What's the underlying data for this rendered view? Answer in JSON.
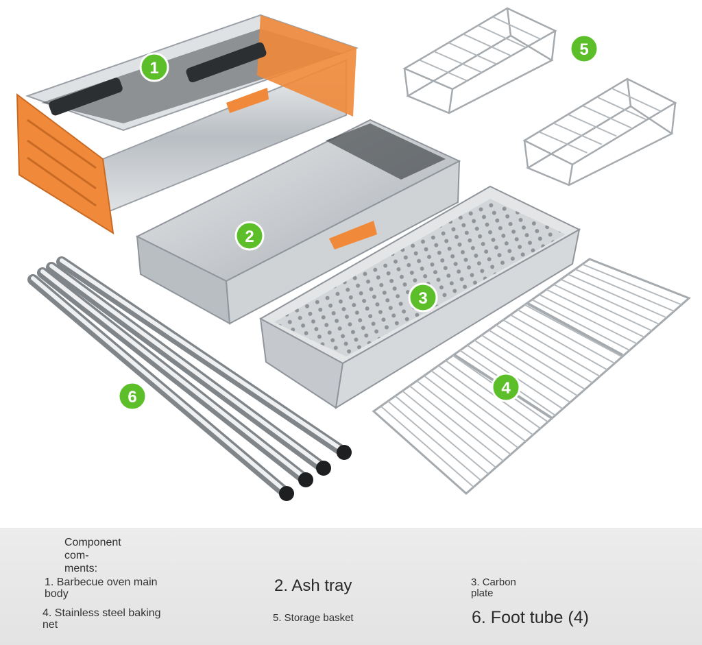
{
  "badges": [
    "1",
    "2",
    "3",
    "4",
    "5",
    "6"
  ],
  "legend": {
    "heading": "Component com-\nments:",
    "items": [
      "1. Barbecue oven main\nbody",
      "2. Ash tray",
      "3. Carbon\nplate",
      "4. Stainless steel baking\nnet",
      "5. Storage basket",
      "6. Foot tube (4)"
    ]
  },
  "colors": {
    "badge_green": "#5cbf2a",
    "frame_orange": "#f0893a",
    "steel": "#c9cdd1",
    "legend_bg": "#e6e6e6"
  }
}
